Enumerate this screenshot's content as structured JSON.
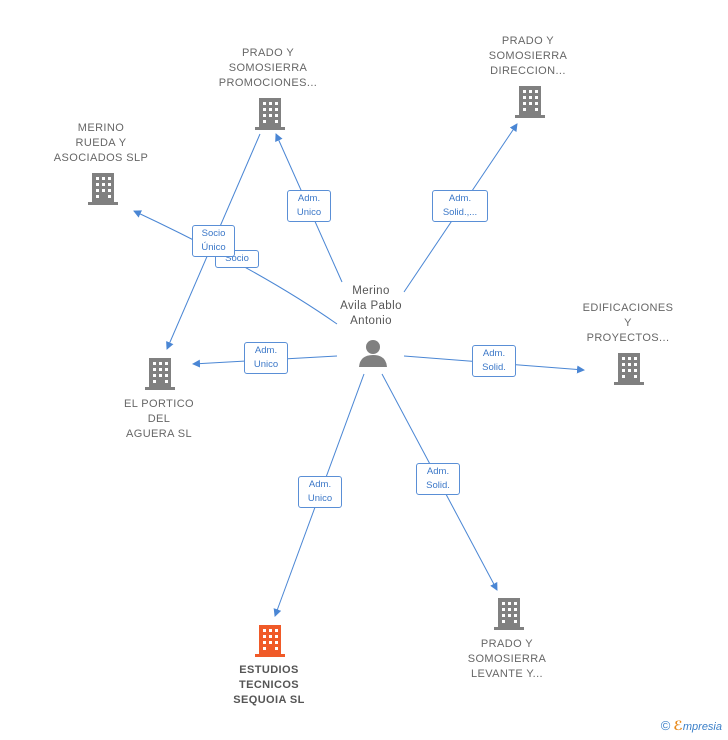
{
  "center": {
    "label": "Merino\nAvila Pablo\nAntonio"
  },
  "nodes": [
    {
      "id": "promociones",
      "label": "PRADO Y\nSOMOSIERRA\nPROMOCIONES...",
      "color": "#808080"
    },
    {
      "id": "direccion",
      "label": "PRADO Y\nSOMOSIERRA\nDIRECCION...",
      "color": "#808080"
    },
    {
      "id": "merino_rueda",
      "label": "MERINO\nRUEDA Y\nASOCIADOS SLP",
      "color": "#808080"
    },
    {
      "id": "edificaciones",
      "label": "EDIFICACIONES\nY\nPROYECTOS...",
      "color": "#808080"
    },
    {
      "id": "portico",
      "label": "EL PORTICO\nDEL\nAGUERA  SL",
      "color": "#808080"
    },
    {
      "id": "levante",
      "label": "PRADO Y\nSOMOSIERRA\nLEVANTE Y...",
      "color": "#808080"
    },
    {
      "id": "sequoia",
      "label": "ESTUDIOS\nTECNICOS\nSEQUOIA  SL",
      "color": "#f05a28"
    }
  ],
  "edges": [
    {
      "to": "promociones",
      "label": "Adm.\nUnico"
    },
    {
      "to": "direccion",
      "label": "Adm.\nSolid.,..."
    },
    {
      "to": "merino_rueda",
      "label": "Socio"
    },
    {
      "to": "portico",
      "label": "Socio\nÚnico"
    },
    {
      "to": "portico",
      "label": "Adm.\nUnico"
    },
    {
      "to": "edificaciones",
      "label": "Adm.\nSolid."
    },
    {
      "to": "levante",
      "label": "Adm.\nSolid."
    },
    {
      "to": "sequoia",
      "label": "Adm.\nUnico"
    }
  ],
  "colors": {
    "edge": "#4a86d4",
    "building": "#808080",
    "focus": "#f05a28",
    "person": "#808080"
  },
  "footer": {
    "copyright": "©",
    "brand_initial": "ℰ",
    "brand_rest": "mpresia"
  }
}
